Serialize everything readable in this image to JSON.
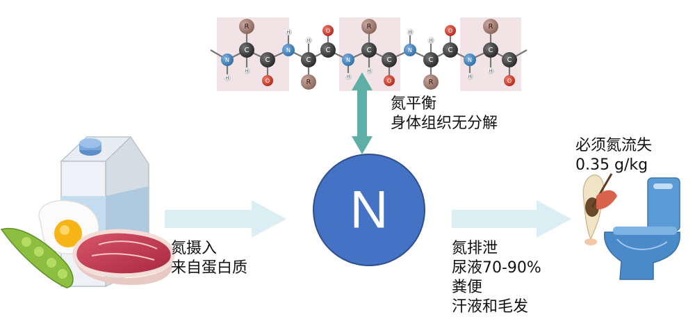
{
  "center": {
    "symbol": "N"
  },
  "balance": {
    "line1": "氮平衡",
    "line2": "身体组织无分解"
  },
  "intake": {
    "line1": "氮摄入",
    "line2": "来自蛋白质"
  },
  "excretion": {
    "line1": "氮排泄",
    "line2": "尿液70-90%",
    "line3": "粪便",
    "line4": "汗液和毛发"
  },
  "loss": {
    "line1": "必须氮流失",
    "line2": "0.35 g/kg"
  },
  "peptide_atoms": {
    "c": "C",
    "n": "N",
    "o": "O",
    "r": "R",
    "h": "H"
  },
  "colors": {
    "n_circle": "#4472C4",
    "arrow_light": "#DAEEF3",
    "arrow_teal": "#5EAFA5",
    "highlight_pink": "#F2E4E6"
  }
}
